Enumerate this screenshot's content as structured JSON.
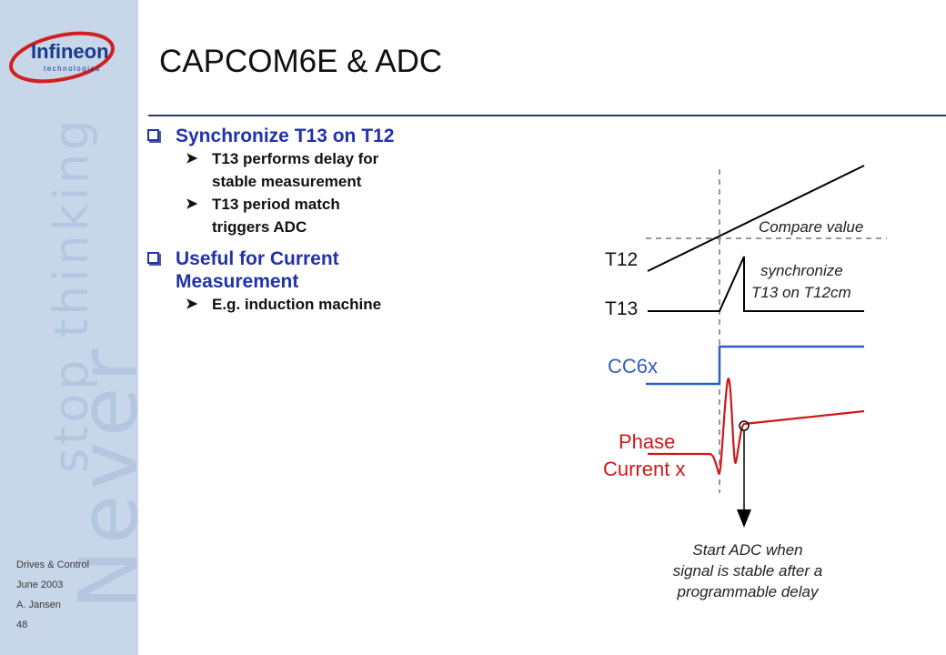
{
  "sidebar": {
    "logo_text": "Infineon",
    "logo_subtext": "technologies",
    "slogan_line1": "Never",
    "slogan_line2": "stop thinking",
    "footer": [
      "Drives & Control",
      "June 2003",
      "A. Jansen",
      "48"
    ]
  },
  "slide": {
    "title": "CAPCOM6E & ADC",
    "bullets": [
      {
        "text": "Synchronize T13 on T12",
        "sub": [
          "T13 performs delay for",
          "stable measurement",
          "T13 period match",
          "triggers ADC"
        ]
      },
      {
        "text_lines": [
          "Useful for Current",
          "Measurement"
        ],
        "sub": [
          "E.g. induction machine"
        ]
      }
    ]
  },
  "diagram": {
    "labels": {
      "compare_value": "Compare value",
      "t12": "T12",
      "t13": "T13",
      "sync_line1": "synchronize",
      "sync_line2": "T13 on T12cm",
      "cc6x": "CC6x",
      "phase_line1": "Phase",
      "phase_line2": "Current x",
      "adc_line1": "Start ADC when",
      "adc_line2": "signal  is stable after a",
      "adc_line3": "programmable delay"
    },
    "colors": {
      "cc6x": "#2e5fbf",
      "phase": "#d01818",
      "trace": "#000000",
      "dashed": "#777777"
    }
  }
}
